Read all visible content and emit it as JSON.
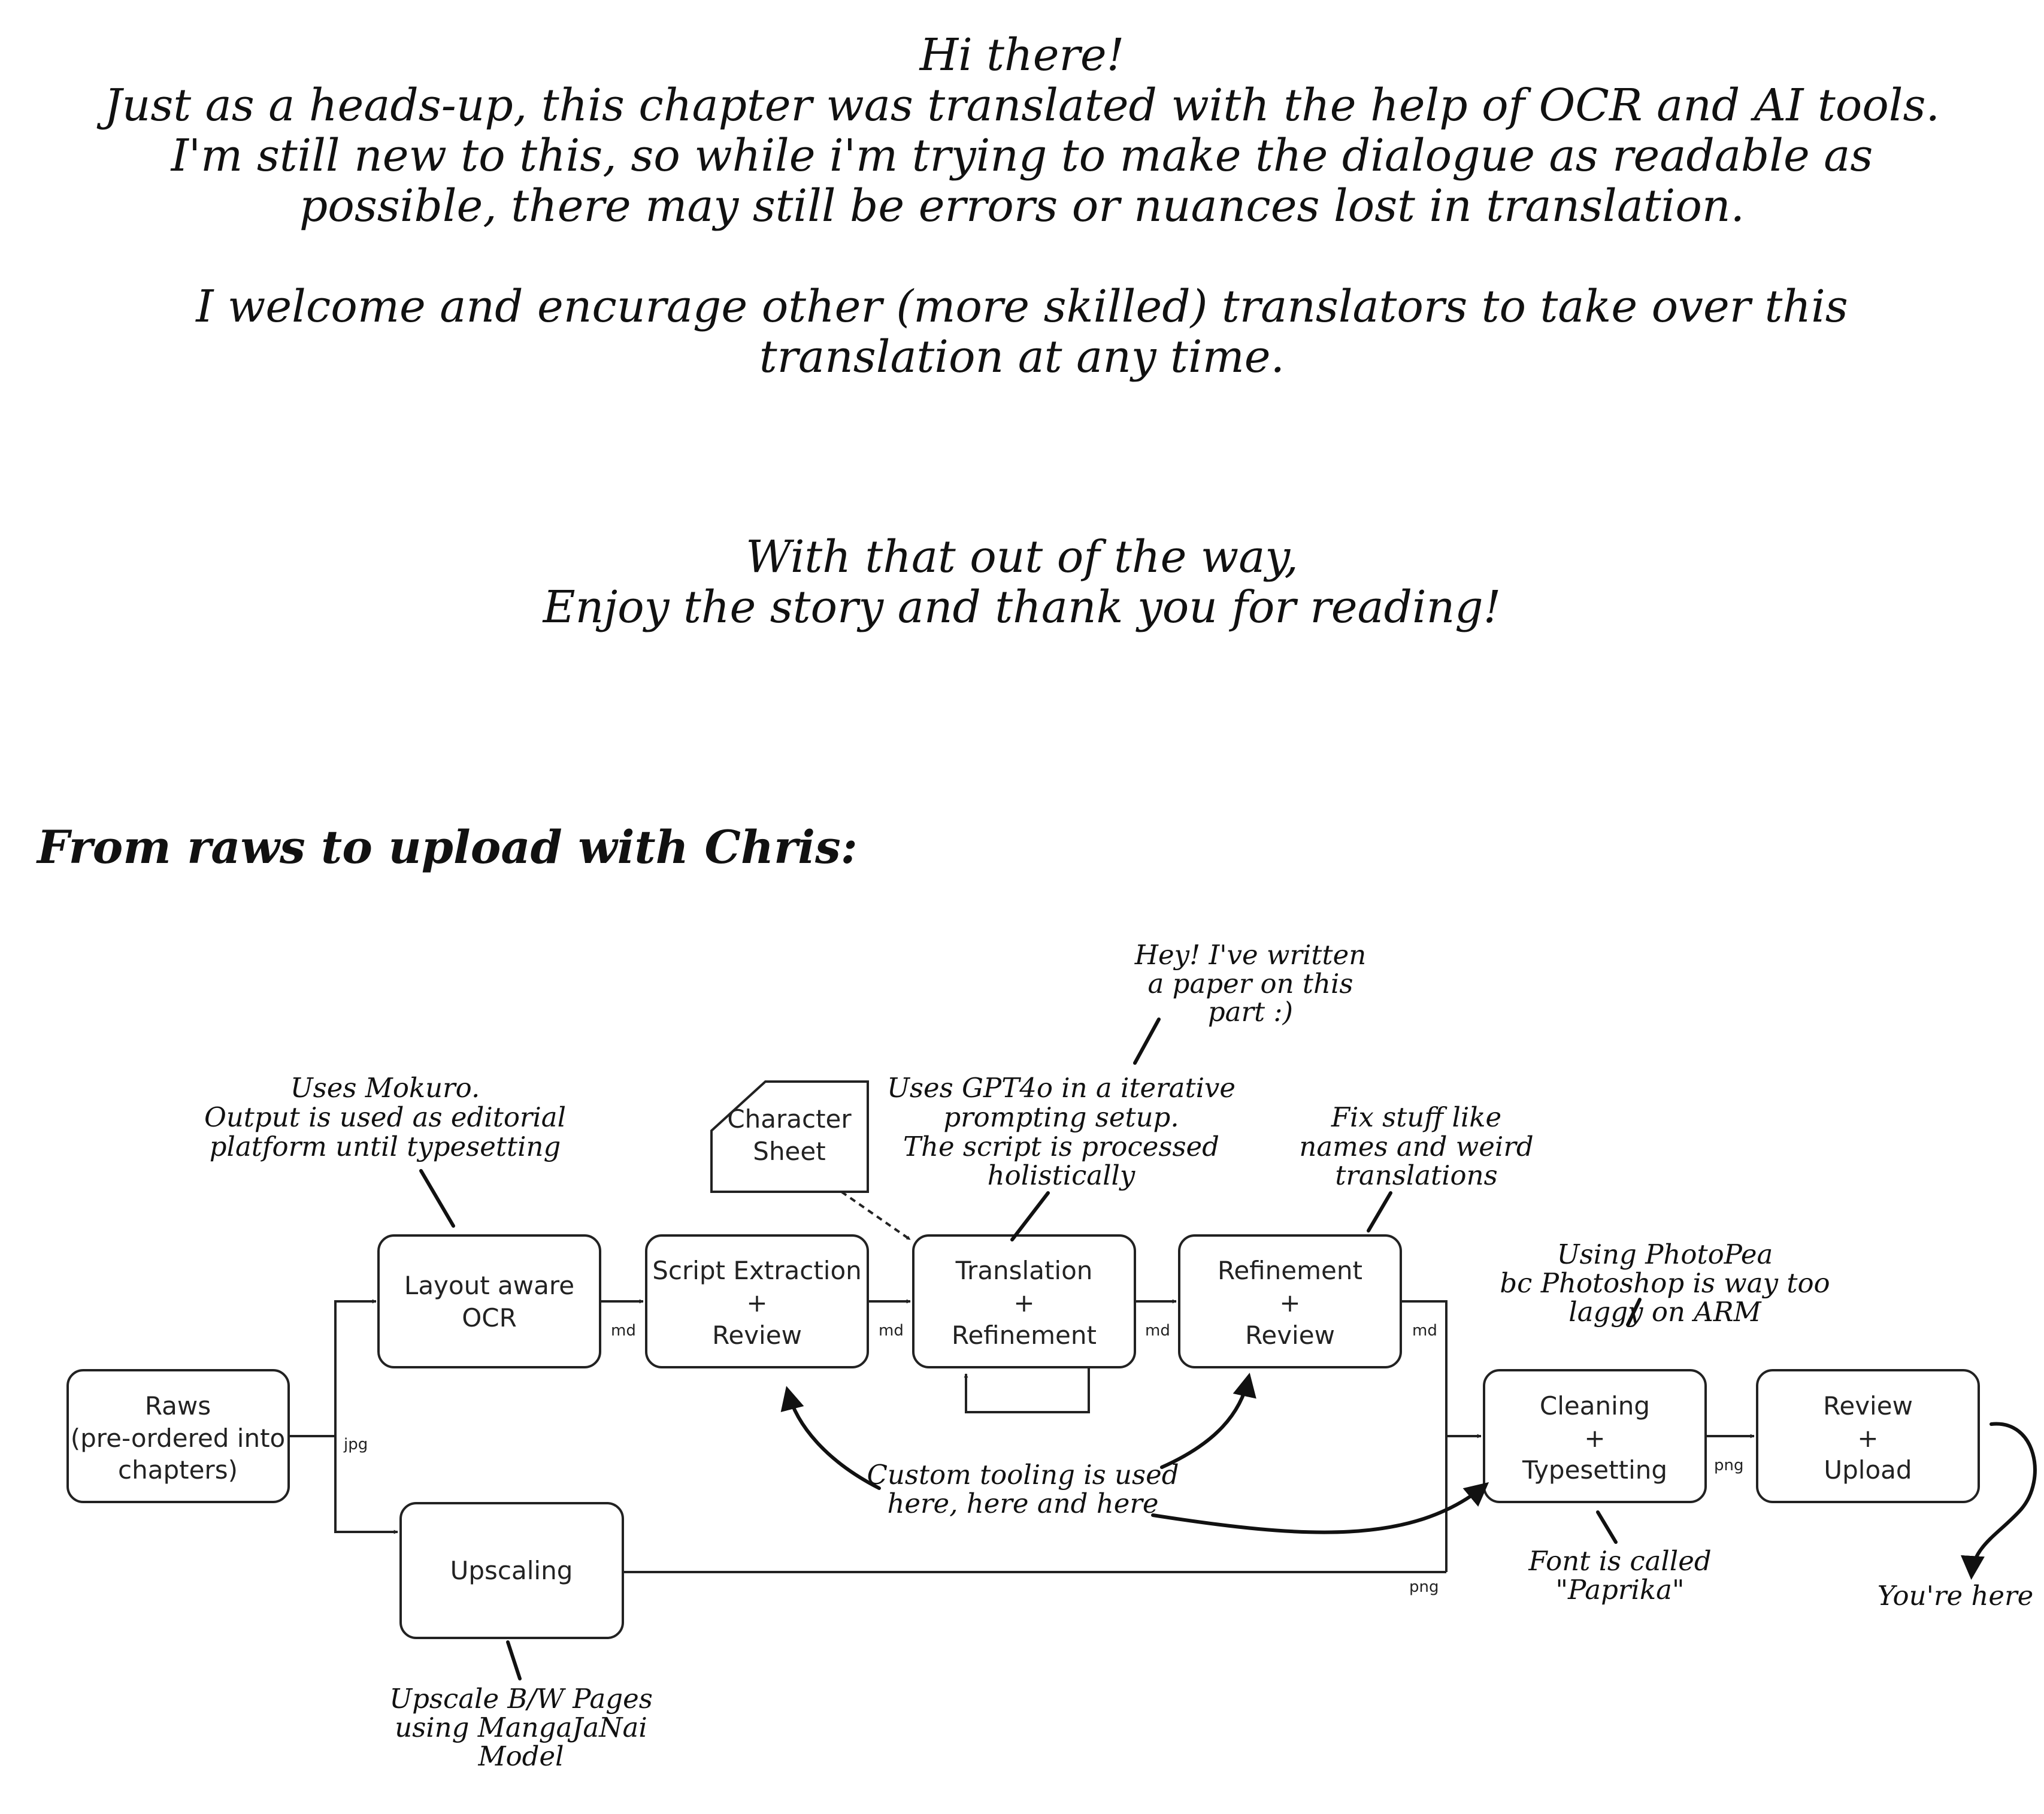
{
  "intro": {
    "lines_a": [
      "Hi there!",
      "Just as a heads-up, this chapter was translated with the help of OCR and AI tools.",
      "I'm still new to this, so while i'm trying to make the dialogue as readable as",
      "possible, there may still be errors or nuances lost in translation."
    ],
    "lines_b": [
      "I welcome and encurage other (more skilled) translators to take over this",
      "translation at any time."
    ],
    "lines_c": [
      "With that out of the way,",
      "Enjoy the story and thank you for reading!"
    ]
  },
  "diagram": {
    "title": "From raws to upload with Chris:",
    "nodes": {
      "raws": [
        "Raws",
        "(pre-ordered into",
        "chapters)"
      ],
      "ocr": [
        "Layout aware",
        "OCR"
      ],
      "script": [
        "Script Extraction",
        "+",
        "Review"
      ],
      "translation": [
        "Translation",
        "+",
        "Refinement"
      ],
      "refinement": [
        "Refinement",
        "+",
        "Review"
      ],
      "upscaling": [
        "Upscaling"
      ],
      "cleaning": [
        "Cleaning",
        "+",
        "Typesetting"
      ],
      "upload": [
        "Review",
        "+",
        "Upload"
      ],
      "character_sheet": [
        "Character",
        "Sheet"
      ]
    },
    "edge_labels": {
      "jpg": "jpg",
      "md_ocr": "md",
      "md_script": "md",
      "md_translation": "md",
      "md_refinement": "md",
      "png_upscale": "png",
      "png_cleaning": "png"
    },
    "notes": {
      "mokuro": [
        "Uses Mokuro.",
        "Output is used as editorial",
        "platform until typesetting"
      ],
      "paper": [
        "Hey! I've written",
        "a paper on this",
        "part :)"
      ],
      "gpt": [
        "Uses GPT4o in a iterative",
        "prompting setup.",
        "The script is processed",
        "holistically"
      ],
      "fix": [
        "Fix stuff like",
        "names and weird",
        "translations"
      ],
      "photopea": [
        "Using PhotoPea",
        "bc Photoshop is way too",
        "laggy on ARM"
      ],
      "custom": [
        "Custom tooling is used",
        "here, here and here"
      ],
      "font": [
        "Font is called",
        "\"Paprika\""
      ],
      "youre_here": [
        "You're here"
      ],
      "upscale": [
        "Upscale B/W Pages",
        "using MangaJaNai",
        "Model"
      ]
    }
  }
}
